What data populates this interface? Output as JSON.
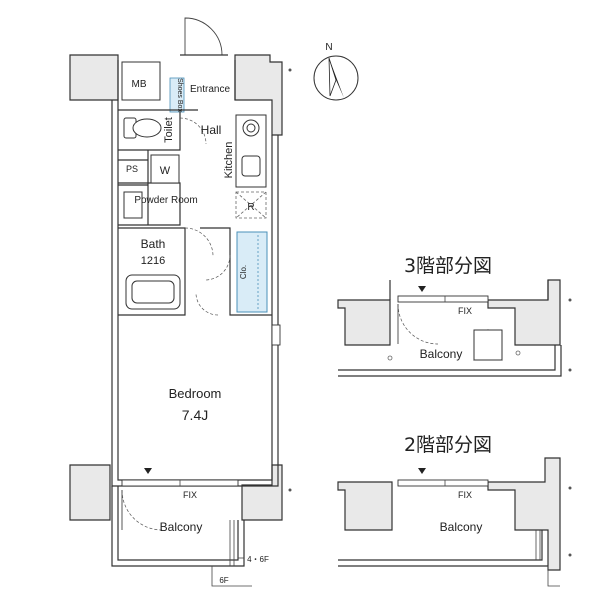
{
  "main_plan": {
    "labels": {
      "mb": "MB",
      "shoes_box": "Shoes Box",
      "entrance": "Entrance",
      "hall": "Hall",
      "toilet": "Toilet",
      "kitchen": "Kitchen",
      "ps": "PS",
      "washer": "W",
      "powder_room": "Powder Room",
      "refrigerator": "R",
      "bath": "Bath",
      "bath_size": "1216",
      "closet": "Clo.",
      "bedroom": "Bedroom",
      "bedroom_size": "7.4J",
      "fix": "FIX",
      "balcony": "Balcony",
      "floor_note_1": "4・6F",
      "floor_note_2": "6F"
    }
  },
  "partial_3f": {
    "title": "3階部分図",
    "fix": "FIX",
    "balcony": "Balcony"
  },
  "partial_2f": {
    "title": "2階部分図",
    "fix": "FIX",
    "balcony": "Balcony"
  },
  "compass": {
    "north": "N"
  }
}
